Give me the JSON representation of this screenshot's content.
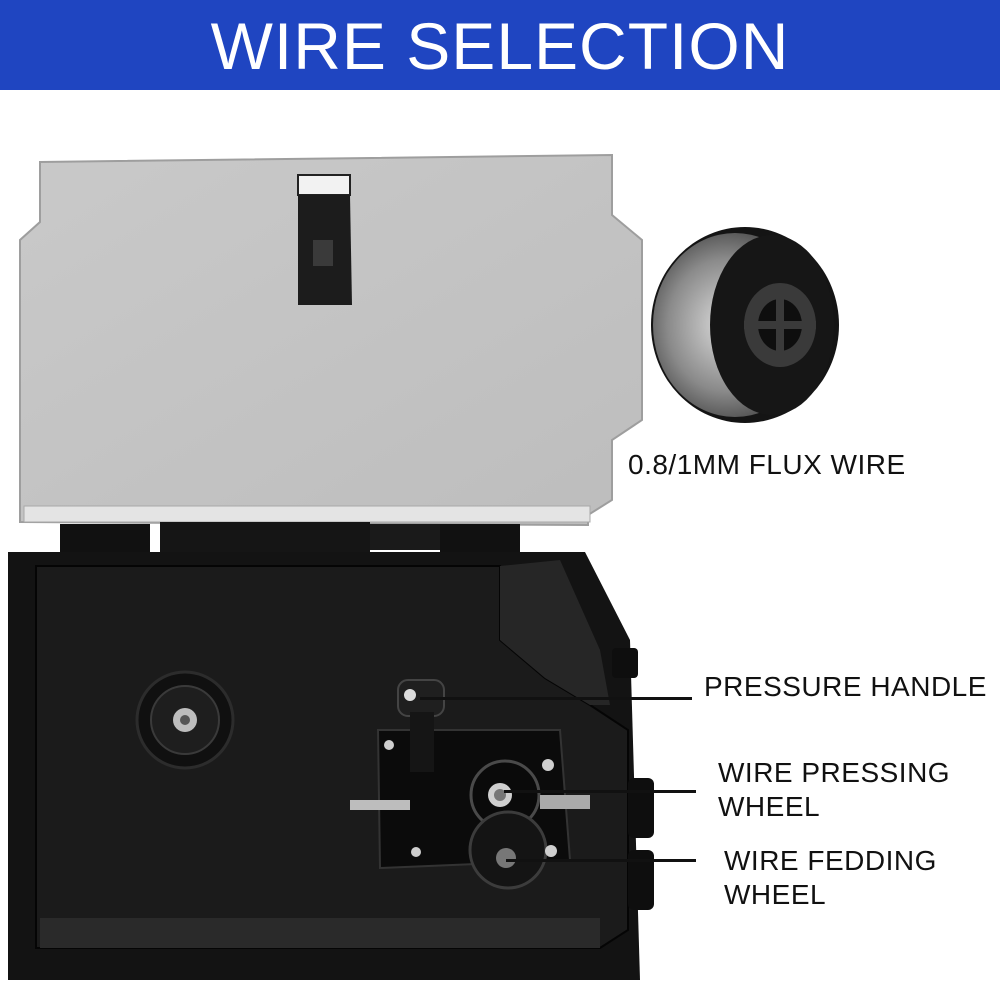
{
  "banner": {
    "title": "WIRE SELECTION",
    "color": "#1f45c1"
  },
  "wire_spool": {
    "label": "0.8/1MM FLUX WIRE",
    "icon": "wire-spool-icon"
  },
  "callouts": {
    "pressure_handle": {
      "line1": "PRESSURE HANDLE"
    },
    "wire_pressing_wheel": {
      "line1": "WIRE PRESSING",
      "line2": "WHEEL"
    },
    "wire_fedding_wheel": {
      "line1": "WIRE FEDDING",
      "line2": "WHEEL"
    }
  }
}
